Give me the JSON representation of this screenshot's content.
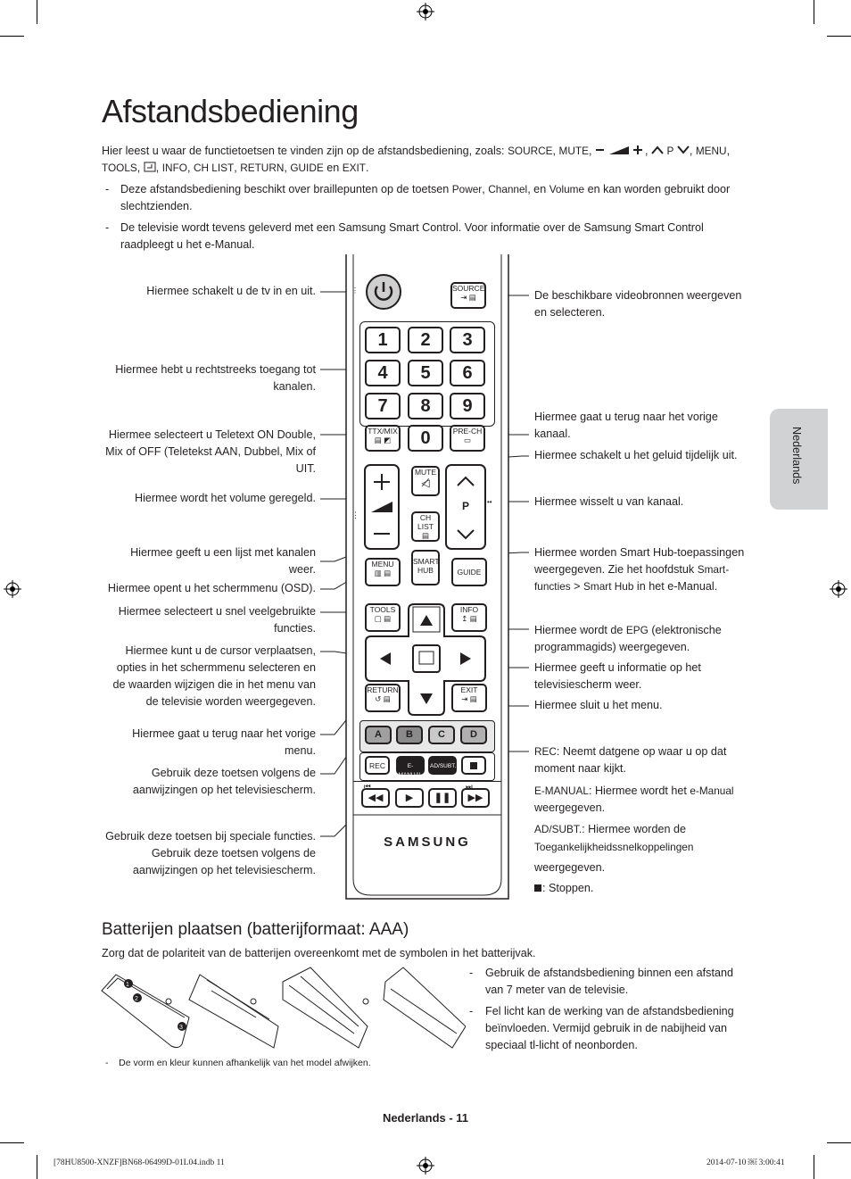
{
  "title": "Afstandsbediening",
  "intro": {
    "prefix": "Hier leest u waar de functietoetsen te vinden zijn op de afstandsbediening, zoals:",
    "k_source": "SOURCE",
    "k_mute": "MUTE",
    "k_p": "P",
    "k_menu": "MENU",
    "k_tools": "TOOLS",
    "k_info": "INFO",
    "k_chlist": "CH LIST",
    "k_return": "RETURN",
    "k_guide": "GUIDE",
    "en": "en",
    "k_exit": "EXIT"
  },
  "notes": [
    {
      "dash": "-",
      "a": "Deze afstandsbediening beschikt over braillepunten op de toetsen",
      "power": "Power",
      "channel": "Channel",
      "en": ", en",
      "volume": "Volume",
      "b": "en kan worden gebruikt door slechtzienden."
    },
    {
      "dash": "-",
      "text": "De televisie wordt tevens geleverd met een Samsung Smart Control. Voor informatie over de Samsung Smart Control raadpleegt u het e-Manual."
    }
  ],
  "left_labels": [
    "Hiermee schakelt u de tv in en uit.",
    "Hiermee hebt u rechtstreeks toegang tot kanalen.",
    "Hiermee selecteert u Teletext ON Double, Mix of OFF (Teletekst AAN, Dubbel, Mix of UIT.",
    "Hiermee wordt het volume geregeld.",
    "Hiermee geeft u een lijst met kanalen weer.",
    "Hiermee opent u het schermmenu (OSD).",
    "Hiermee selecteert u snel veelgebruikte functies.",
    "Hiermee kunt u de cursor verplaatsen, opties in het schermmenu selecteren en de waarden wijzigen die in het menu van de televisie worden weergegeven.",
    "Hiermee gaat u terug naar het vorige menu.",
    "Gebruik deze toetsen volgens de aanwijzingen op het televisiescherm.",
    "Gebruik deze toetsen bij speciale functies. Gebruik deze toetsen volgens de aanwijzingen op het televisiescherm."
  ],
  "right_labels": {
    "source": "De beschikbare videobronnen weergeven en selecteren.",
    "prech": "Hiermee gaat u terug naar het vorige kanaal.",
    "mute": "Hiermee schakelt u het geluid tijdelijk uit.",
    "channel": "Hiermee wisselt u van kanaal.",
    "smarthub_a": "Hiermee worden Smart Hub-toepassingen weergegeven. Zie het hoofdstuk",
    "smarthub_k1": "Smart-functies",
    "smarthub_gt": ">",
    "smarthub_k2": "Smart Hub",
    "smarthub_b": "in het e-Manual.",
    "epg_a": "Hiermee wordt de",
    "epg_k": "EPG",
    "epg_b": "(elektronische programmagids) weergegeven.",
    "info": "Hiermee geeft u informatie op het televisiescherm weer.",
    "exit": "Hiermee sluit u het menu.",
    "rec_k": "REC",
    "rec_t": ": Neemt datgene op waar u op dat moment naar kijkt.",
    "emanual_k": "E-MANUAL",
    "emanual_t": ": Hiermee wordt het",
    "emanual_k2": "e-Manual",
    "emanual_t2": "weergegeven.",
    "adsubt_k": "AD/SUBT.",
    "adsubt_t": ": Hiermee worden de",
    "adsubt_k2": "Toegankelijkheidssnelkoppelingen",
    "adsubt_t2": "weergegeven.",
    "stop": ": Stoppen."
  },
  "remote": {
    "source": "SOURCE",
    "digits": [
      "1",
      "2",
      "3",
      "4",
      "5",
      "6",
      "7",
      "8",
      "9",
      "0"
    ],
    "ttx": "TTX/MIX",
    "prech": "PRE-CH",
    "mute": "MUTE",
    "chlist": "CH LIST",
    "p": "P",
    "menu": "MENU",
    "smarthub": "SMART HUB",
    "guide": "GUIDE",
    "tools": "TOOLS",
    "info": "INFO",
    "return": "RETURN",
    "exit": "EXIT",
    "colors": [
      "A",
      "B",
      "C",
      "D"
    ],
    "rec": "REC",
    "emanual": "E-MANUAL",
    "adsubt": "AD/SUBT.",
    "brand": "SAMSUNG",
    "color_a": "#a0a0a0",
    "color_b": "#8a8a8a",
    "color_c": "#c9c9c9",
    "color_d": "#b0b0b0"
  },
  "side_tab": "Nederlands",
  "batteries": {
    "heading": "Batterijen plaatsen (batterijformaat: AAA)",
    "intro": "Zorg dat de polariteit van de batterijen overeenkomt met de symbolen in het batterijvak.",
    "steps": [
      "1",
      "2",
      "3"
    ],
    "bullets": [
      "Gebruik de afstandsbediening binnen een afstand van 7 meter van de televisie.",
      "Fel licht kan de werking van de afstandsbediening beïnvloeden. Vermijd gebruik in de nabijheid van speciaal tl-licht of neonborden."
    ],
    "note": "De vorm en kleur kunnen afhankelijk van het model afwijken."
  },
  "footer": "Nederlands - 11",
  "print_left": "[78HU8500-XNZF]BN68-06499D-01L04.indb   11",
  "print_right": "2014-07-10   ￼ 3:00:41"
}
